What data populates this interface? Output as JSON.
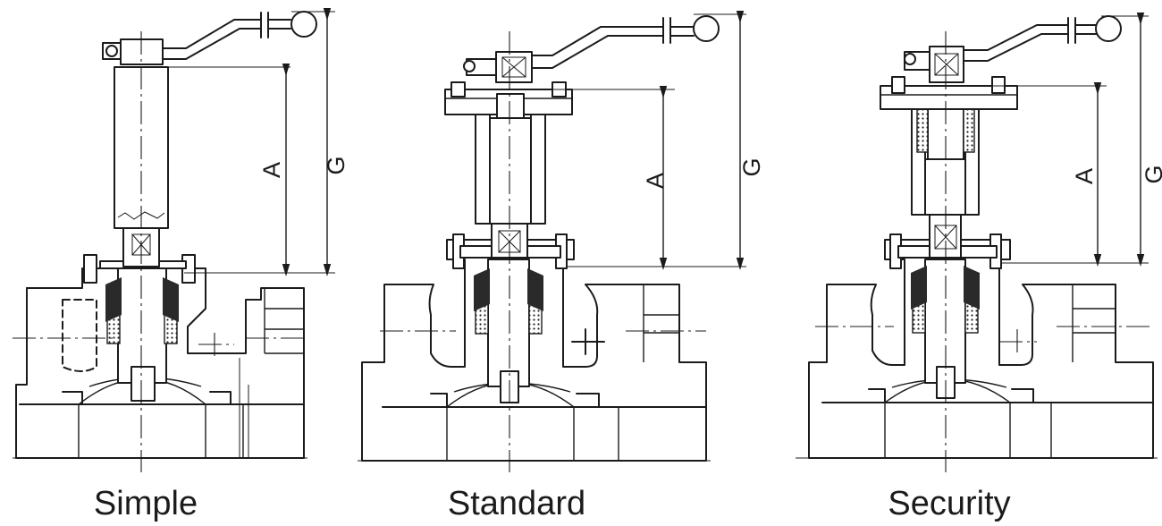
{
  "variants": [
    {
      "caption": "Simple",
      "dim_a": "A",
      "dim_g": "G"
    },
    {
      "caption": "Standard",
      "dim_a": "A",
      "dim_g": "G"
    },
    {
      "caption": "Security",
      "dim_a": "A",
      "dim_g": "G"
    }
  ]
}
